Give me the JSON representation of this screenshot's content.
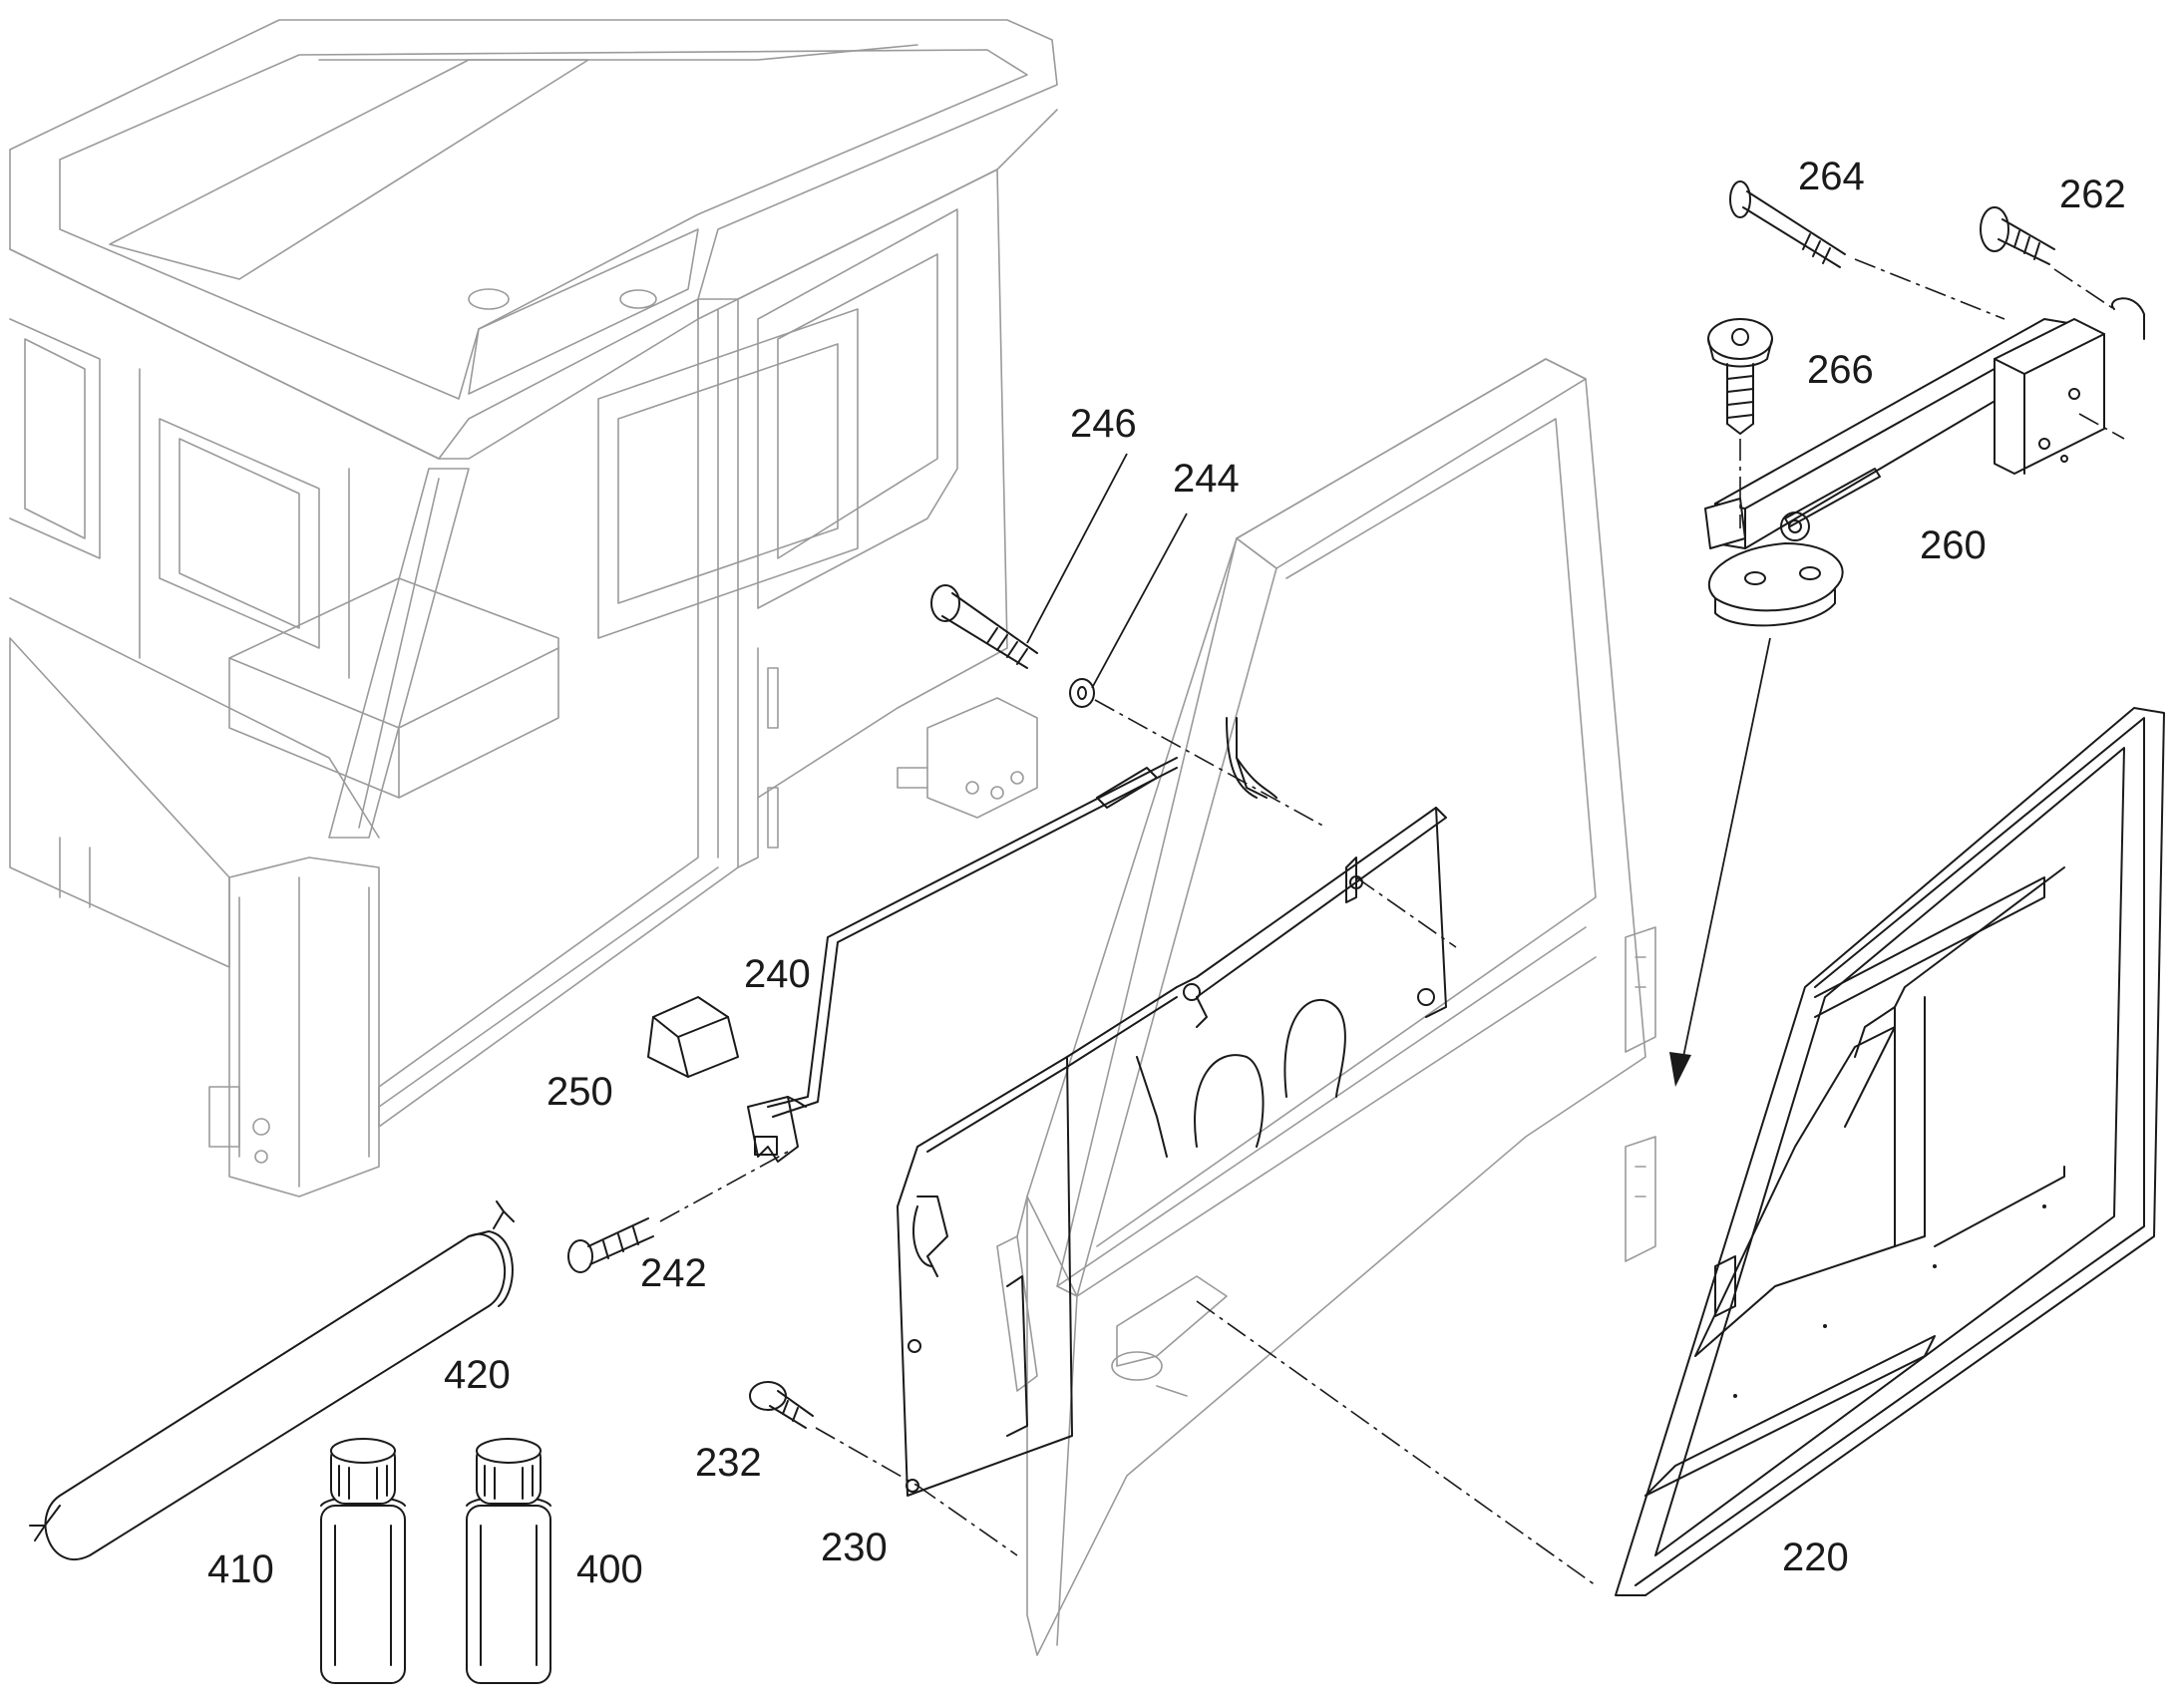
{
  "callouts": {
    "c220": "220",
    "c230": "230",
    "c232": "232",
    "c240": "240",
    "c242": "242",
    "c244": "244",
    "c246": "246",
    "c250": "250",
    "c260": "260",
    "c262": "262",
    "c264": "264",
    "c266": "266",
    "c400": "400",
    "c410": "410",
    "c420": "420"
  }
}
